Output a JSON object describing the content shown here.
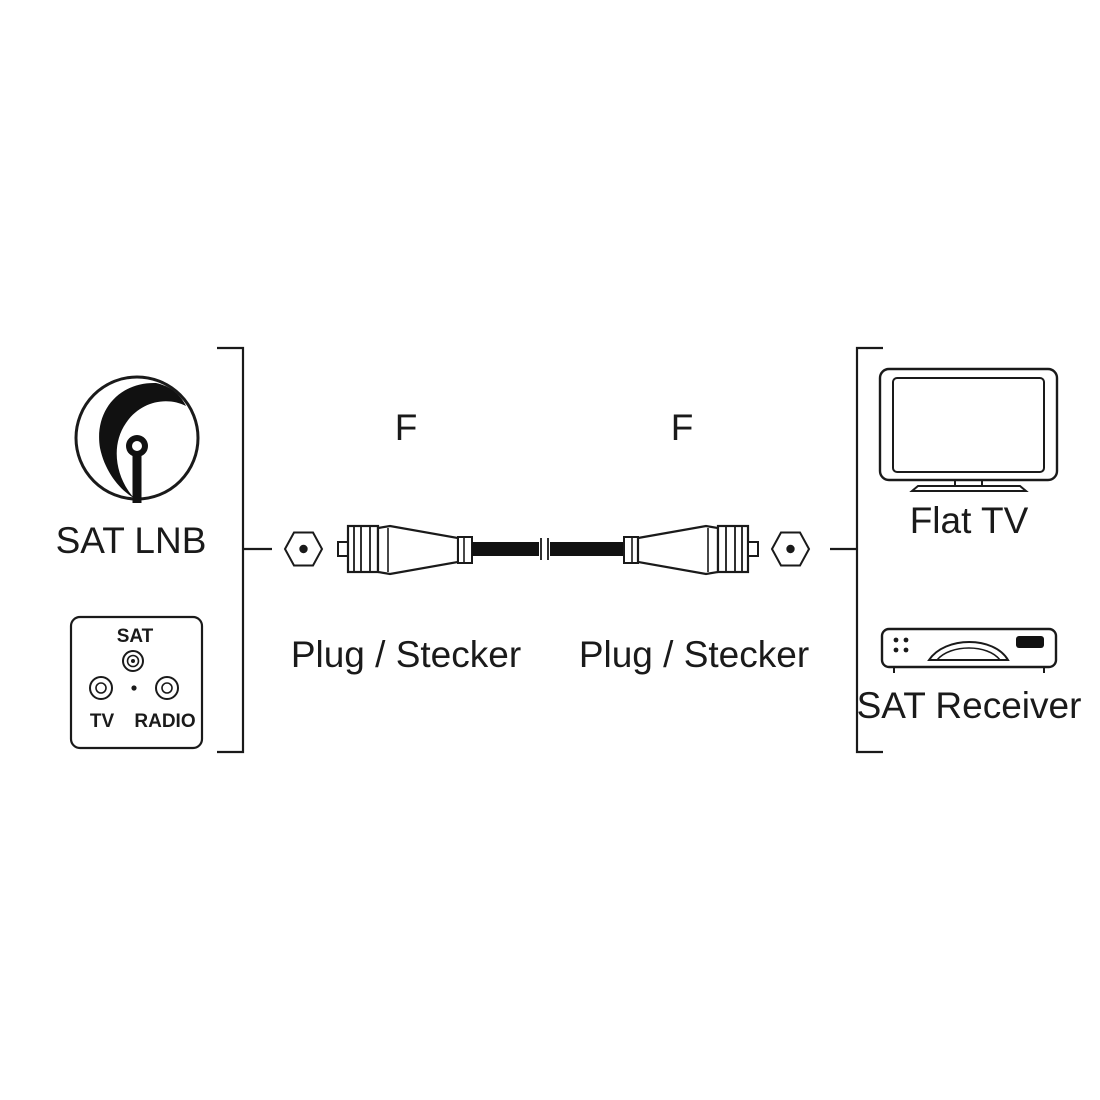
{
  "left_group": {
    "dish_label": "SAT LNB",
    "wallplate": {
      "top_label": "SAT",
      "left_label": "TV",
      "right_label": "RADIO"
    }
  },
  "cable": {
    "left_connector_type": "F",
    "right_connector_type": "F",
    "left_plug_label": "Plug / Stecker",
    "right_plug_label": "Plug / Stecker"
  },
  "right_group": {
    "tv_label": "Flat TV",
    "receiver_label": "SAT Receiver"
  }
}
